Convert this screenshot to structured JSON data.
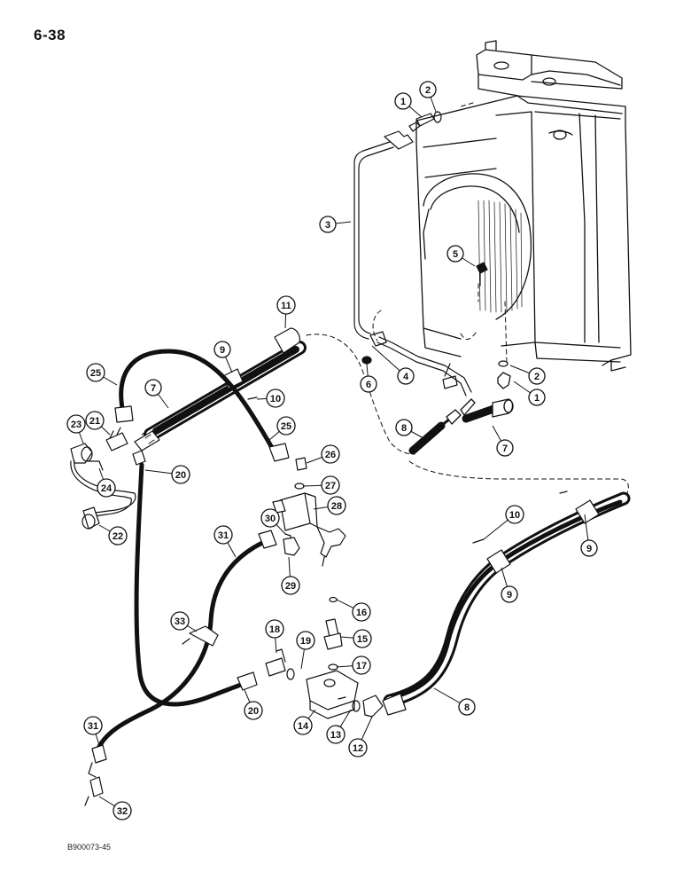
{
  "page": {
    "number": "6-38",
    "figure_code": "B900073-45"
  },
  "callouts": [
    {
      "id": "c1a",
      "label": "1"
    },
    {
      "id": "c2a",
      "label": "2"
    },
    {
      "id": "c3",
      "label": "3"
    },
    {
      "id": "c5",
      "label": "5"
    },
    {
      "id": "c11",
      "label": "11"
    },
    {
      "id": "c9a",
      "label": "9"
    },
    {
      "id": "c25a",
      "label": "25"
    },
    {
      "id": "c7a",
      "label": "7"
    },
    {
      "id": "c10a",
      "label": "10"
    },
    {
      "id": "c4",
      "label": "4"
    },
    {
      "id": "c6",
      "label": "6"
    },
    {
      "id": "c2b",
      "label": "2"
    },
    {
      "id": "c1b",
      "label": "1"
    },
    {
      "id": "c23",
      "label": "23"
    },
    {
      "id": "c21",
      "label": "21"
    },
    {
      "id": "c25b",
      "label": "25"
    },
    {
      "id": "c8a",
      "label": "8"
    },
    {
      "id": "c7b",
      "label": "7"
    },
    {
      "id": "c26",
      "label": "26"
    },
    {
      "id": "c20a",
      "label": "20"
    },
    {
      "id": "c24",
      "label": "24"
    },
    {
      "id": "c27",
      "label": "27"
    },
    {
      "id": "c28",
      "label": "28"
    },
    {
      "id": "c22",
      "label": "22"
    },
    {
      "id": "c30",
      "label": "30"
    },
    {
      "id": "c31a",
      "label": "31"
    },
    {
      "id": "c10b",
      "label": "10"
    },
    {
      "id": "c9b",
      "label": "9"
    },
    {
      "id": "c9c",
      "label": "9"
    },
    {
      "id": "c29",
      "label": "29"
    },
    {
      "id": "c16",
      "label": "16"
    },
    {
      "id": "c33",
      "label": "33"
    },
    {
      "id": "c18",
      "label": "18"
    },
    {
      "id": "c19",
      "label": "19"
    },
    {
      "id": "c15",
      "label": "15"
    },
    {
      "id": "c17",
      "label": "17"
    },
    {
      "id": "c20b",
      "label": "20"
    },
    {
      "id": "c8b",
      "label": "8"
    },
    {
      "id": "c14",
      "label": "14"
    },
    {
      "id": "c13",
      "label": "13"
    },
    {
      "id": "c12",
      "label": "12"
    },
    {
      "id": "c31b",
      "label": "31"
    },
    {
      "id": "c32",
      "label": "32"
    }
  ]
}
